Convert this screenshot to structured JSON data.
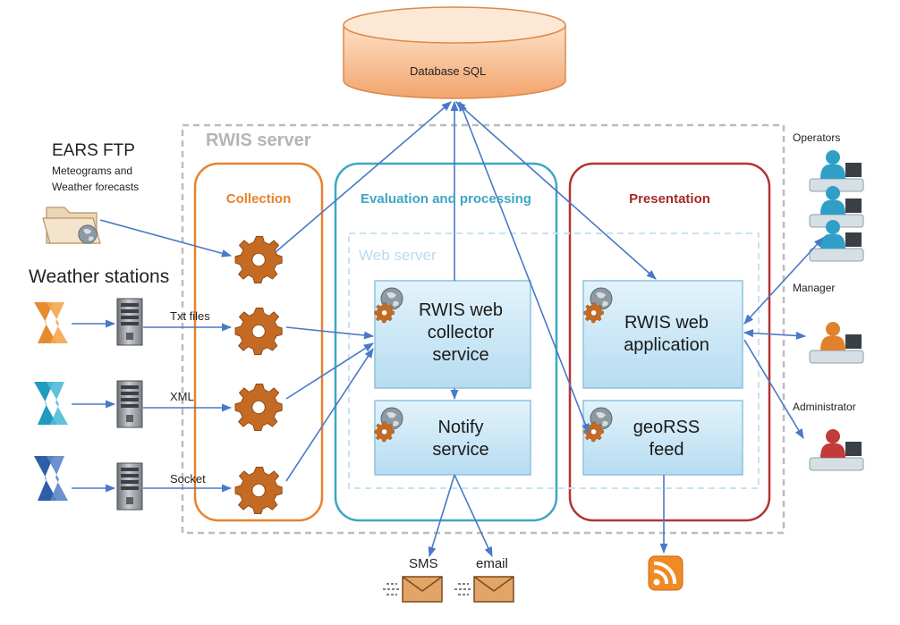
{
  "database": {
    "label": "Database SQL"
  },
  "rwis_server": {
    "label": "RWIS server"
  },
  "web_server": {
    "label": "Web server"
  },
  "panels": {
    "collection": "Collection",
    "evaluation": "Evaluation and processing",
    "presentation": "Presentation"
  },
  "ears": {
    "title": "EARS FTP",
    "line1": "Meteograms and",
    "line2": "Weather forecasts"
  },
  "weather_stations": {
    "title": "Weather stations"
  },
  "links": {
    "txt": "Txt files",
    "xml": "XML",
    "socket": "Socket"
  },
  "services": {
    "collector": [
      "RWIS web",
      "collector",
      "service"
    ],
    "notify": [
      "Notify",
      "service"
    ],
    "webapp": [
      "RWIS web",
      "application"
    ],
    "georss": [
      "geoRSS",
      "feed"
    ]
  },
  "users": {
    "operators": "Operators",
    "manager": "Manager",
    "administrator": "Administrator"
  },
  "outputs": {
    "sms": "SMS",
    "email": "email"
  },
  "colors": {
    "collection": "#e8822e",
    "evaluation": "#3ea6c4",
    "presentation": "#b23434",
    "arrow": "#4a79c7",
    "gear": "#c46a22",
    "service_box": "#c6e6f7",
    "database": "#f7b98a"
  }
}
